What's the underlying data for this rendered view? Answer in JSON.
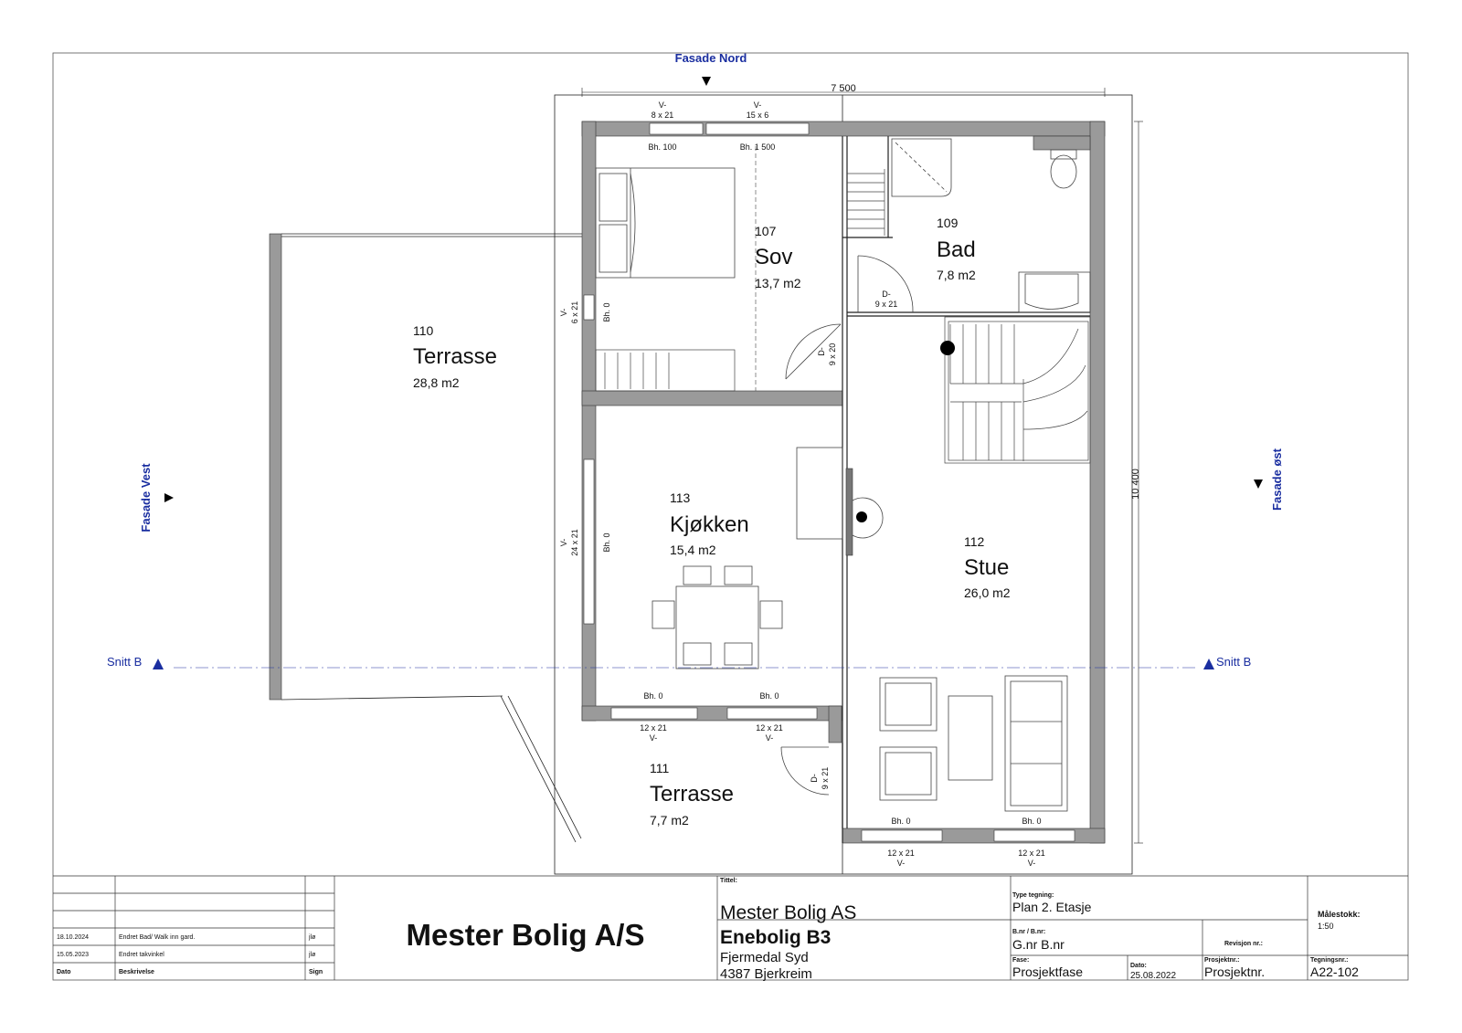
{
  "facades": {
    "north": "Fasade Nord",
    "west": "Fasade Vest",
    "east": "Fasade øst"
  },
  "sections": {
    "left": "Snitt B",
    "right": "Snitt B"
  },
  "dimensions": {
    "width": "7 500",
    "height": "10 400"
  },
  "rooms": [
    {
      "number": "107",
      "name": "Sov",
      "area": "13,7 m2"
    },
    {
      "number": "109",
      "name": "Bad",
      "area": "7,8 m2"
    },
    {
      "number": "110",
      "name": "Terrasse",
      "area": "28,8 m2"
    },
    {
      "number": "113",
      "name": "Kjøkken",
      "area": "15,4 m2"
    },
    {
      "number": "112",
      "name": "Stue",
      "area": "26,0 m2"
    },
    {
      "number": "111",
      "name": "Terrasse",
      "area": "7,7 m2"
    }
  ],
  "openings": {
    "win_top1": {
      "type": "V-",
      "size": "8 x 21",
      "bh": "Bh. 100"
    },
    "win_top2": {
      "type": "V-",
      "size": "15 x 6",
      "bh": "Bh. 1 500"
    },
    "win_left1": {
      "type": "V-",
      "size": "6 x 21",
      "bh": "Bh. 0"
    },
    "win_left2": {
      "type": "V-",
      "size": "24 x 21",
      "bh": "Bh. 0"
    },
    "door_bad": {
      "type": "D-",
      "size": "9 x 21"
    },
    "door_sov": {
      "type": "D-",
      "size": "9 x 20"
    },
    "door_ter": {
      "type": "D-",
      "size": "9 x 21"
    },
    "win_mid1": {
      "type": "V-",
      "size": "12 x 21",
      "bh": "Bh. 0"
    },
    "win_mid2": {
      "type": "V-",
      "size": "12 x 21",
      "bh": "Bh. 0"
    },
    "win_bot1": {
      "type": "V-",
      "size": "12 x 21",
      "bh": "Bh. 0"
    },
    "win_bot2": {
      "type": "V-",
      "size": "12 x 21",
      "bh": "Bh. 0"
    }
  },
  "title_block": {
    "company": "Mester Bolig A/S",
    "tittel_label": "Tittel:",
    "client": "Mester Bolig AS",
    "project": "Enebolig B3",
    "address1": "Fjermedal Syd",
    "address2": "4387 Bjerkreim",
    "type_label": "Type tegning:",
    "type_value": "Plan 2. Etasje",
    "bnr_label": "B.nr / B.nr:",
    "bnr_value": "G.nr  B.nr",
    "revisjon_label": "Revisjon nr.:",
    "fase_label": "Fase:",
    "fase_value": "Prosjektfase",
    "dato_label": "Dato:",
    "dato_value": "25.08.2022",
    "prosjektnr_label": "Prosjektnr.:",
    "prosjektnr_value": "Prosjektnr.",
    "tegningsnr_label": "Tegningsnr.:",
    "tegningsnr_value": "A22-102",
    "malestokk_label": "Målestokk:",
    "malestokk_value": "1:50",
    "revisions": [
      {
        "date": "18.10.2024",
        "desc": "Endret Bad/ Walk inn gard.",
        "sign": "jlø"
      },
      {
        "date": "15.05.2023",
        "desc": "Endret takvinkel",
        "sign": "jlø"
      }
    ],
    "rev_headers": {
      "date": "Dato",
      "desc": "Beskrivelse",
      "sign": "Sign"
    }
  }
}
